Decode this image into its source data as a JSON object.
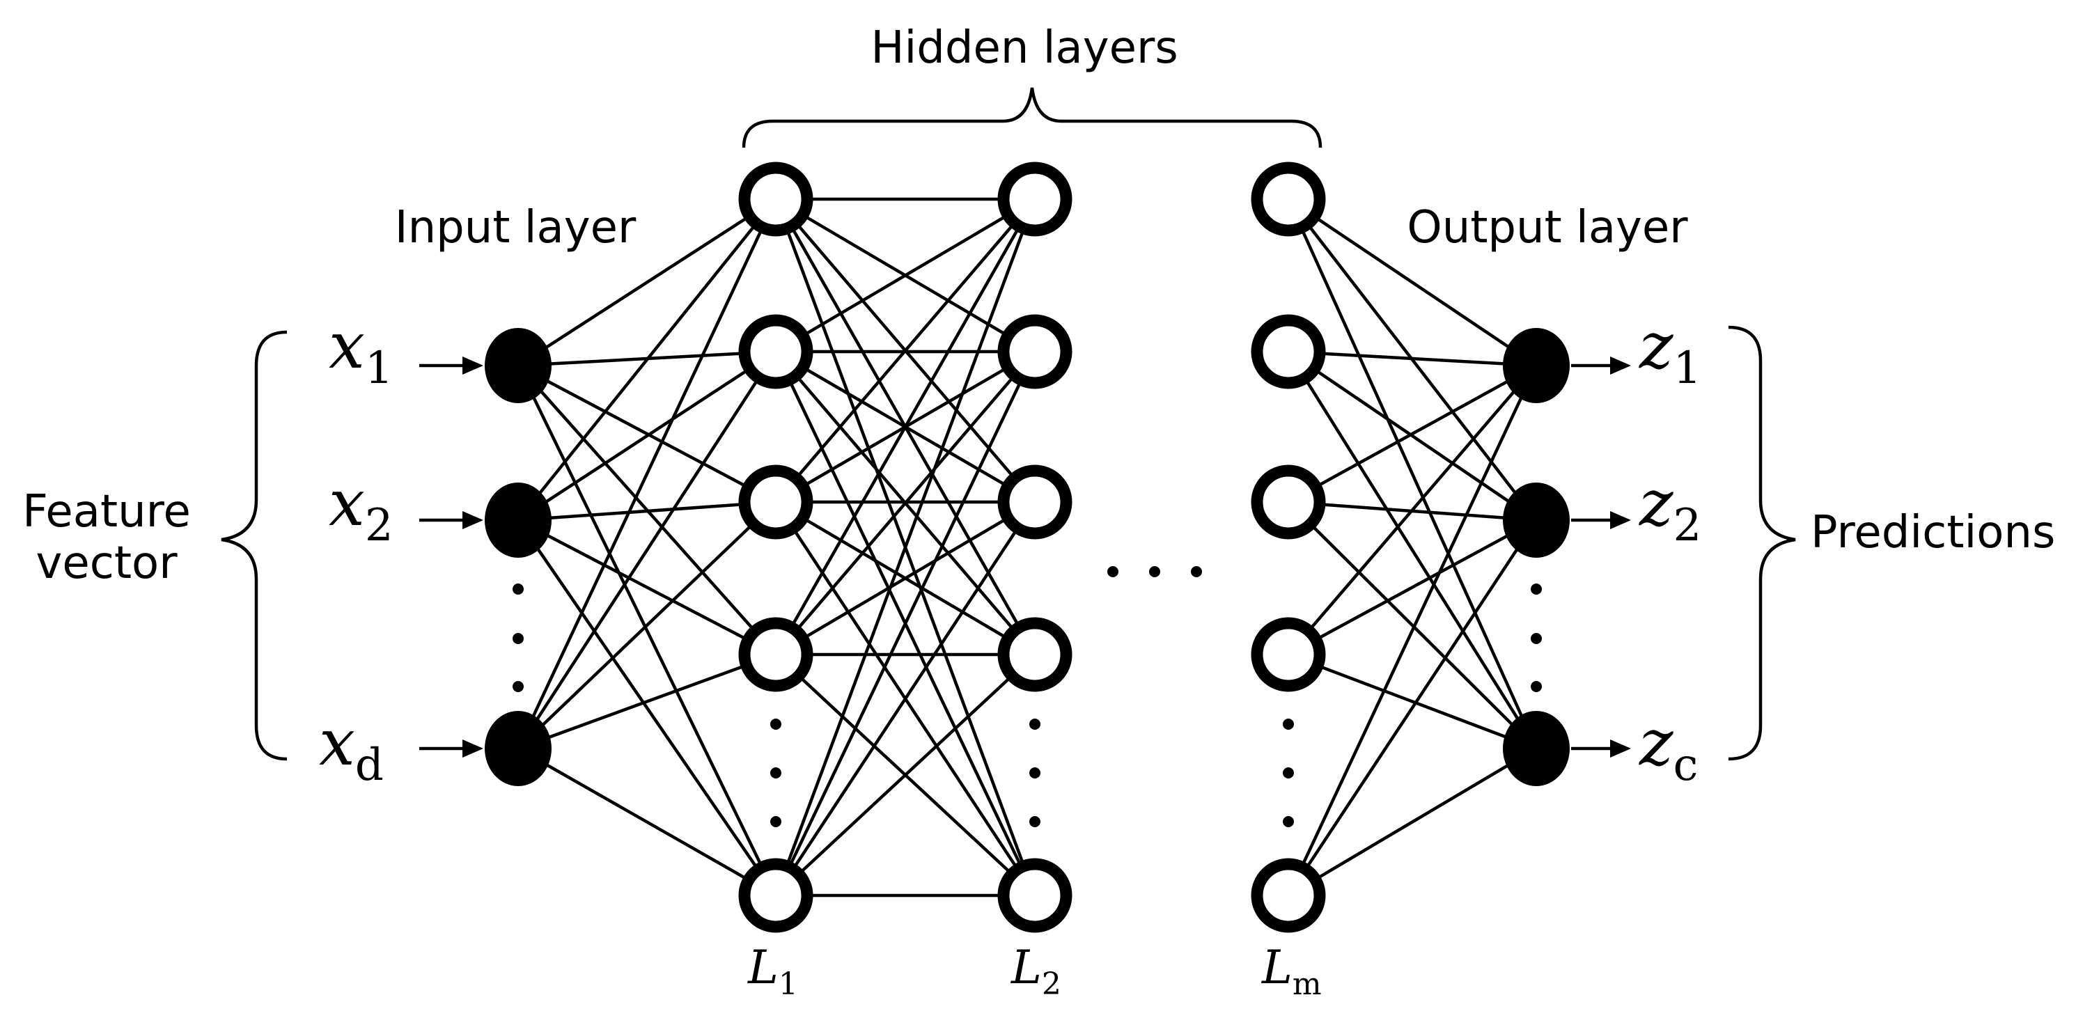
{
  "labels": {
    "hidden_layers": "Hidden layers",
    "input_layer": "Input layer",
    "output_layer": "Output layer",
    "feature_vector_line1": "Feature",
    "feature_vector_line2": "vector",
    "predictions": "Predictions"
  },
  "inputs": [
    {
      "var": "x",
      "sub": "1"
    },
    {
      "var": "x",
      "sub": "2"
    },
    {
      "var": "x",
      "sub": "d"
    }
  ],
  "outputs": [
    {
      "var": "z",
      "sub": "1"
    },
    {
      "var": "z",
      "sub": "2"
    },
    {
      "var": "z",
      "sub": "c"
    }
  ],
  "layers": [
    {
      "var": "L",
      "sub": "1"
    },
    {
      "var": "L",
      "sub": "2"
    },
    {
      "var": "L",
      "sub": "m"
    }
  ]
}
